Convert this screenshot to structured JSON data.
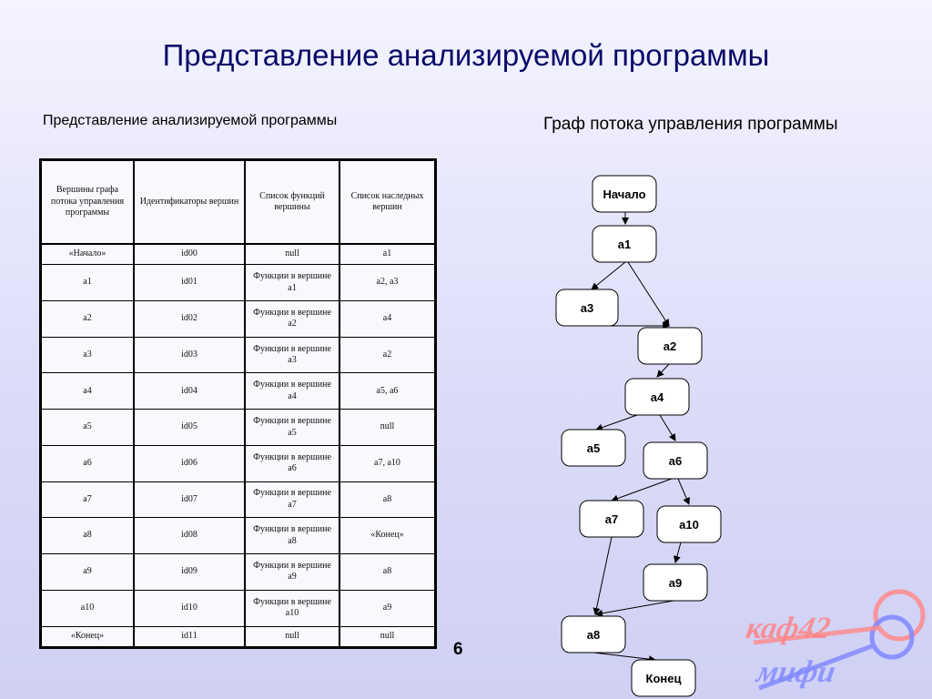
{
  "title": "Представление анализируемой программы",
  "left_caption": "Представление анализируемой программы",
  "right_caption": "Граф потока управления программы",
  "table": {
    "headers": [
      "Вершины графа потока управления программы",
      "Идентификаторы вершин",
      "Список функций вершины",
      "Список наследных вершин"
    ],
    "rows": [
      [
        "«Начало»",
        "id00",
        "null",
        "a1"
      ],
      [
        "a1",
        "id01",
        "Функции в вершине a1",
        "a2, a3"
      ],
      [
        "a2",
        "id02",
        "Функции в вершине a2",
        "a4"
      ],
      [
        "a3",
        "id03",
        "Функции в вершине a3",
        "a2"
      ],
      [
        "a4",
        "id04",
        "Функции в вершине a4",
        "a5, a6"
      ],
      [
        "a5",
        "id05",
        "Функции в вершине a5",
        "null"
      ],
      [
        "a6",
        "id06",
        "Функции в вершине a6",
        "a7, a10"
      ],
      [
        "a7",
        "id07",
        "Функции в вершине a7",
        "a8"
      ],
      [
        "a8",
        "id08",
        "Функции в вершине a8",
        "«Конец»"
      ],
      [
        "a9",
        "id09",
        "Функции в вершине a9",
        "a8"
      ],
      [
        "a10",
        "id10",
        "Функции в вершине a10",
        "a9"
      ],
      [
        "«Конец»",
        "id11",
        "null",
        "null"
      ]
    ]
  },
  "graph": {
    "nodes": [
      {
        "id": "start",
        "label": "Начало"
      },
      {
        "id": "a1",
        "label": "a1"
      },
      {
        "id": "a3",
        "label": "a3"
      },
      {
        "id": "a2",
        "label": "a2"
      },
      {
        "id": "a4",
        "label": "a4"
      },
      {
        "id": "a5",
        "label": "a5"
      },
      {
        "id": "a6",
        "label": "a6"
      },
      {
        "id": "a7",
        "label": "a7"
      },
      {
        "id": "a10",
        "label": "a10"
      },
      {
        "id": "a9",
        "label": "a9"
      },
      {
        "id": "a8",
        "label": "a8"
      },
      {
        "id": "end",
        "label": "Конец"
      }
    ],
    "edges": [
      [
        "start",
        "a1"
      ],
      [
        "a1",
        "a3"
      ],
      [
        "a1",
        "a2"
      ],
      [
        "a3",
        "a2"
      ],
      [
        "a2",
        "a4"
      ],
      [
        "a4",
        "a5"
      ],
      [
        "a4",
        "a6"
      ],
      [
        "a6",
        "a7"
      ],
      [
        "a6",
        "a10"
      ],
      [
        "a10",
        "a9"
      ],
      [
        "a7",
        "a8"
      ],
      [
        "a9",
        "a8"
      ],
      [
        "a8",
        "end"
      ]
    ]
  },
  "page_number": "6",
  "logo": {
    "line1": "каф42",
    "line2": "мифи",
    "color1": "#ff8080",
    "color2": "#8088ff"
  }
}
